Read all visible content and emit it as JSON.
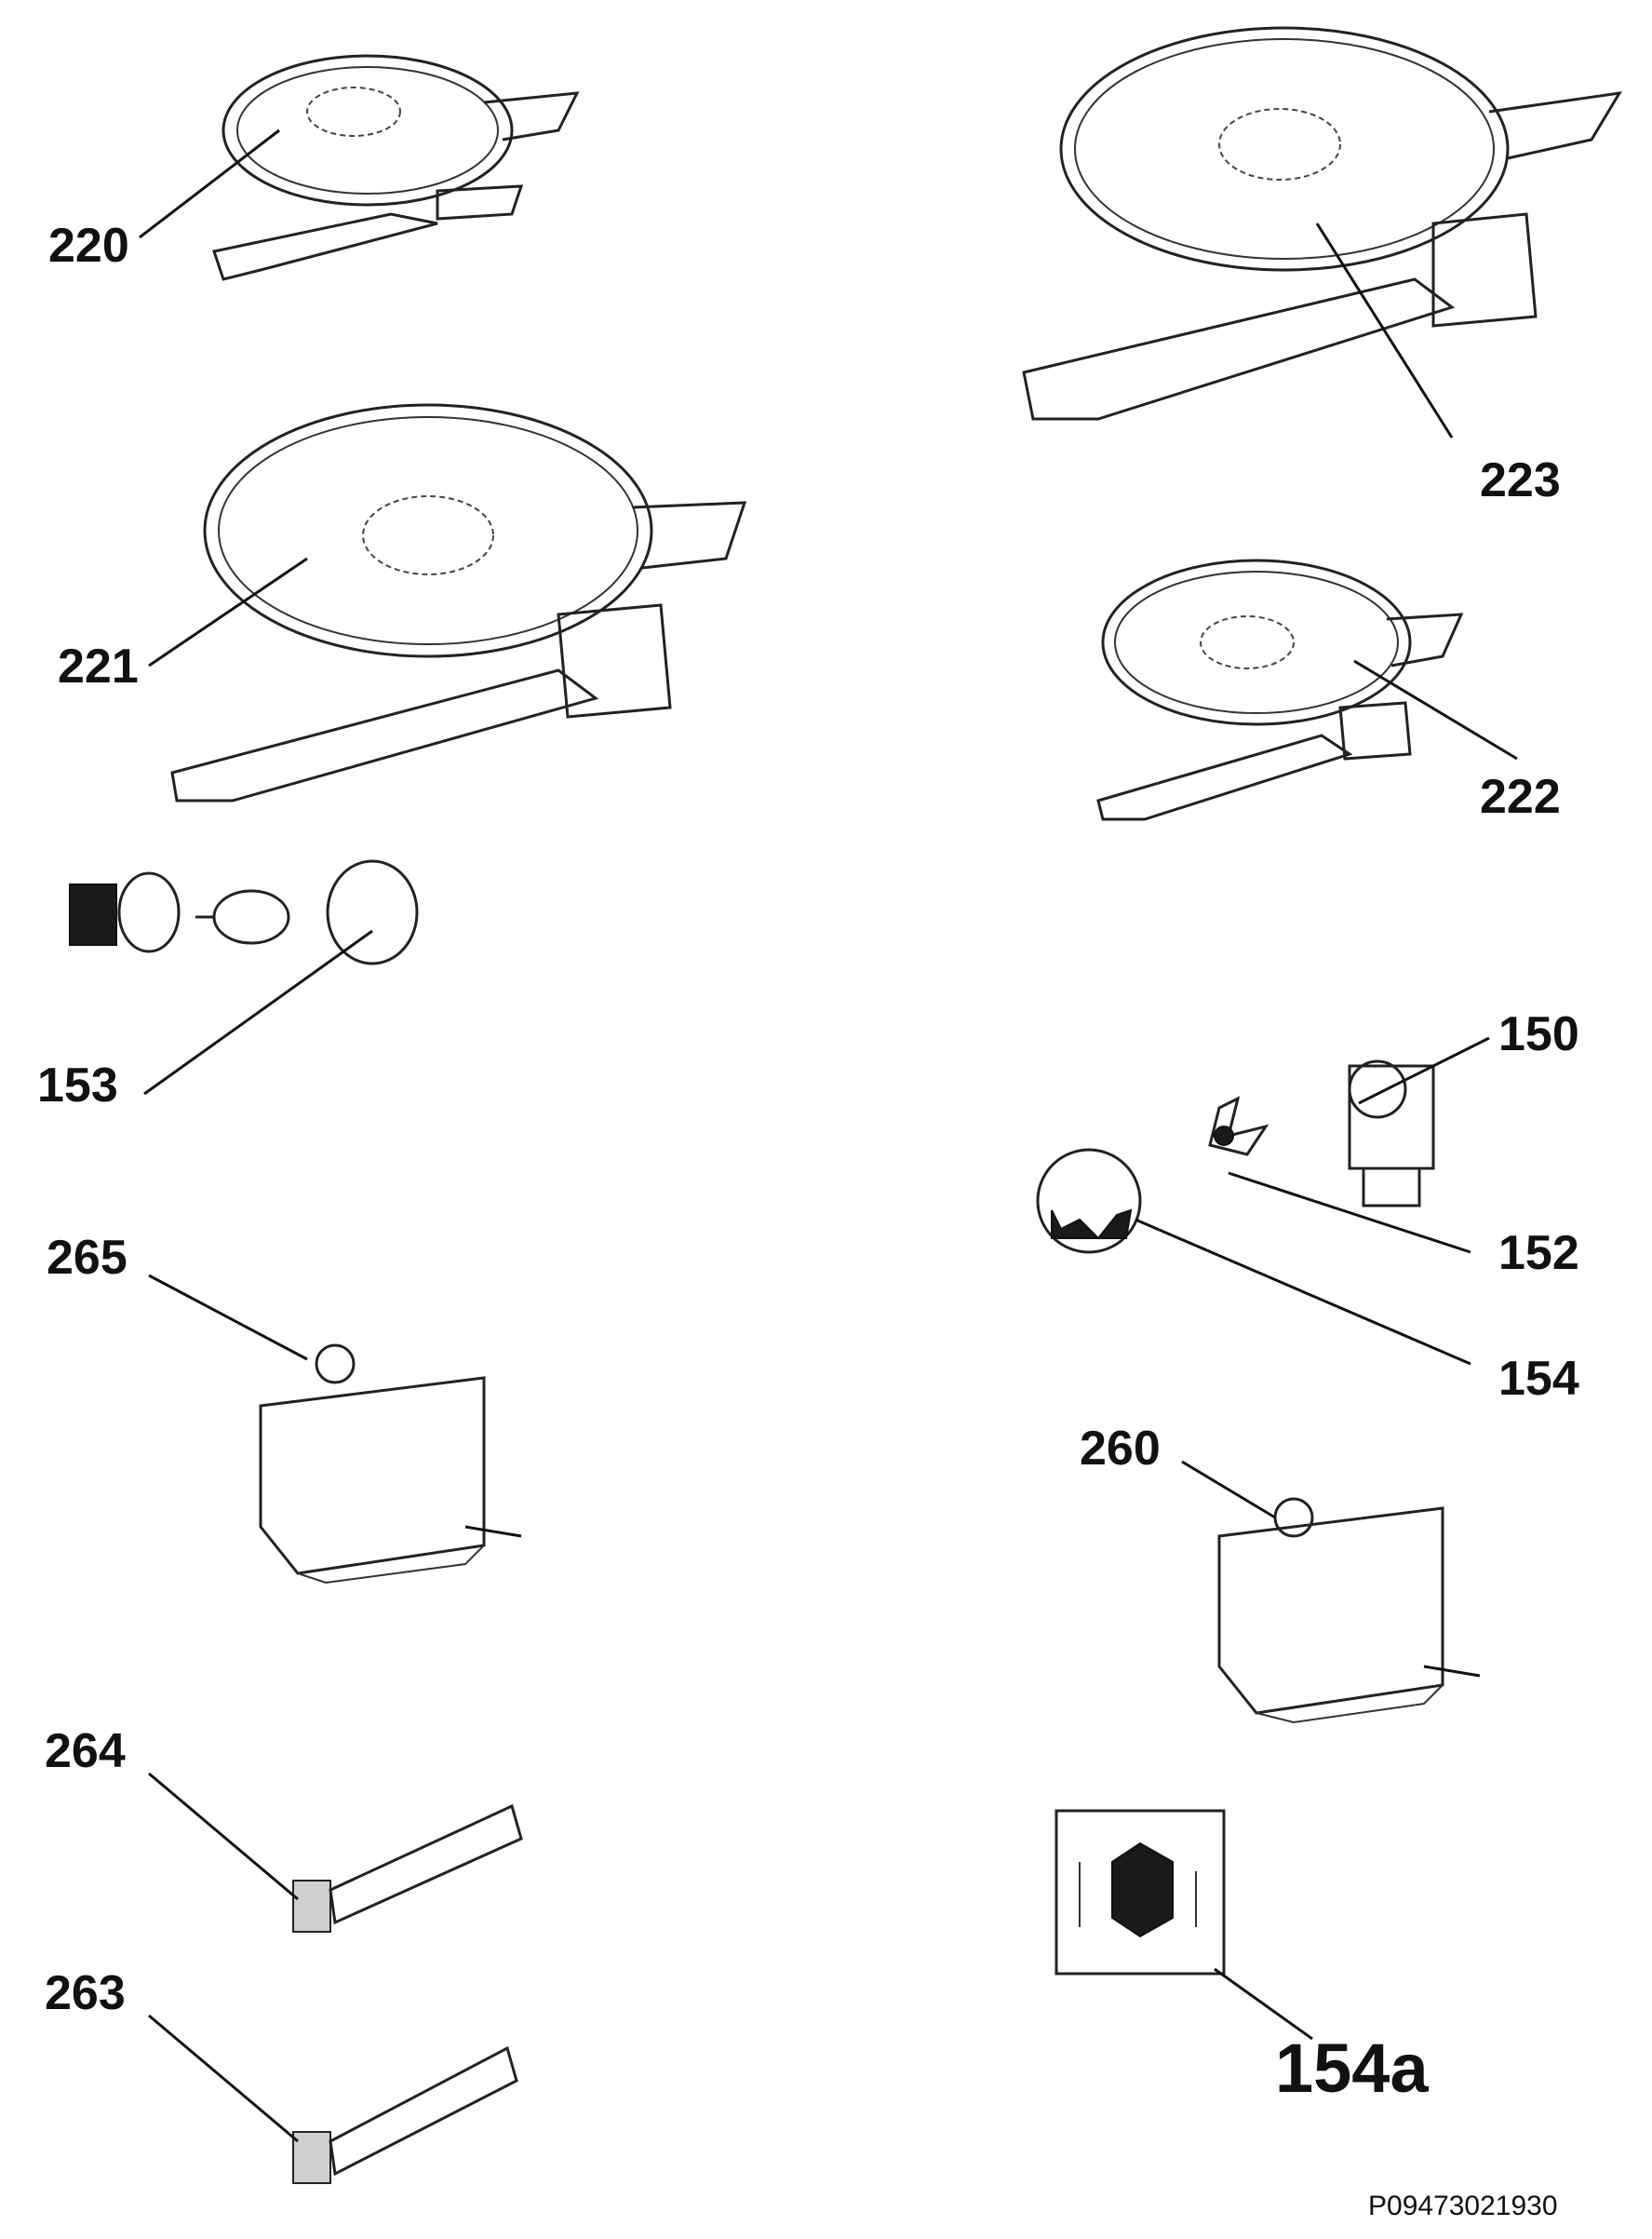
{
  "labels": {
    "p220": "220",
    "p221": "221",
    "p222": "222",
    "p223": "223",
    "p153": "153",
    "p150": "150",
    "p152": "152",
    "p154": "154",
    "p265": "265",
    "p260": "260",
    "p264": "264",
    "p263": "263",
    "p154a": "154a"
  },
  "reference_code": "P09473021930"
}
